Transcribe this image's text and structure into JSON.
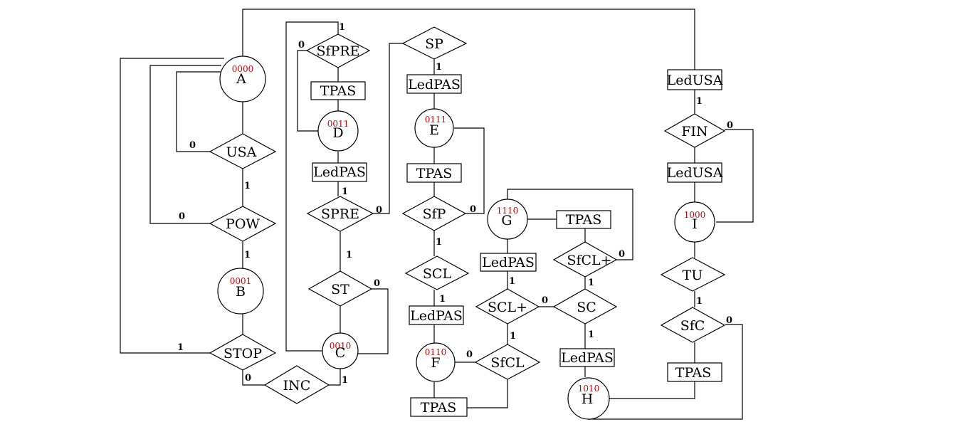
{
  "colors": {
    "line": "#000000",
    "state_code": "#cc0000",
    "background": "#ffffff"
  },
  "states": {
    "A": {
      "label": "A",
      "code": "0000"
    },
    "B": {
      "label": "B",
      "code": "0001"
    },
    "C": {
      "label": "C",
      "code": "0010"
    },
    "D": {
      "label": "D",
      "code": "0011"
    },
    "E": {
      "label": "E",
      "code": "0111"
    },
    "F": {
      "label": "F",
      "code": "0110"
    },
    "G": {
      "label": "G",
      "code": "1110"
    },
    "H": {
      "label": "H",
      "code": "1010"
    },
    "I": {
      "label": "I",
      "code": "1000"
    }
  },
  "decisions": {
    "usa": "USA",
    "pow": "POW",
    "stop": "STOP",
    "inc": "INC",
    "sfpre": "SfPRE",
    "spre": "SPRE",
    "st": "ST",
    "sp": "SP",
    "sfp": "SfP",
    "scl": "SCL",
    "sclplus": "SCL+",
    "sfcl": "SfCL",
    "sc": "SC",
    "sfclplus": "SfCL+",
    "fin": "FIN",
    "tu": "TU",
    "sfc": "SfC"
  },
  "outputs": {
    "tpas_d": "TPAS",
    "ledpas_d": "LedPAS",
    "ledpas_e": "LedPAS",
    "tpas_e": "TPAS",
    "ledpas_scl": "LedPAS",
    "tpas_f": "TPAS",
    "ledpas_g": "LedPAS",
    "tpas_g": "TPAS",
    "ledpas_h": "LedPAS",
    "ledusa_top": "LedUSA",
    "ledusa_i": "LedUSA",
    "tpas_i": "TPAS"
  },
  "edge_labels": {
    "usa_0": "0",
    "usa_1": "1",
    "pow_0": "0",
    "pow_1": "1",
    "stop_1": "1",
    "stop_0": "0",
    "inc_1": "1",
    "sfpre_0": "0",
    "sfpre_1": "1",
    "spre_1": "1",
    "spre_0": "0",
    "st_1": "1",
    "st_0": "0",
    "sp_1": "1",
    "sfp_0": "0",
    "sfp_1": "1",
    "scl_1": "1",
    "ledpas_g_1": "1",
    "sclplus_0": "0",
    "sclplus_1": "1",
    "sfcl_0": "0",
    "sfclplus_0": "0",
    "sfclplus_1": "1",
    "sc_1": "1",
    "ledusa_1": "1",
    "fin_0": "0",
    "tu_1": "1",
    "sfc_0": "0"
  }
}
